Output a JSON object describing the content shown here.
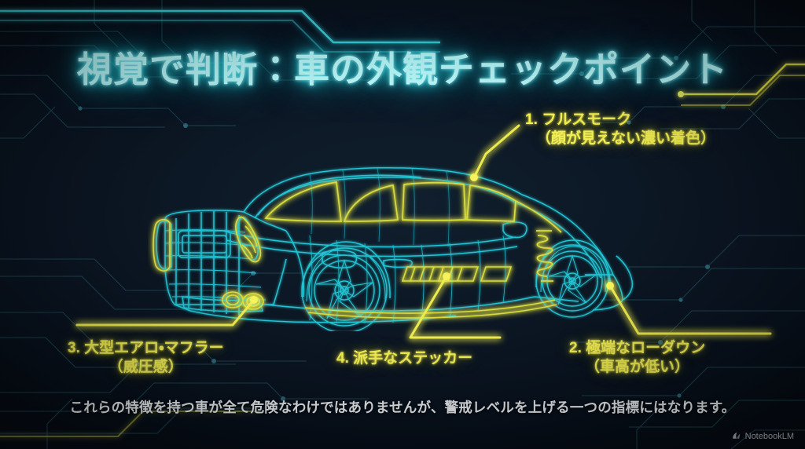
{
  "slide": {
    "title": "視覚で判断：車の外観チェックポイント",
    "footer_note": "これらの特徴を持つ車が全て危険なわけではありませんが、警戒レベルを上げる一つの指標にはなります。",
    "watermark": "NotebookLM",
    "watermark_icon": "notebooklm-logo-icon"
  },
  "colors": {
    "background": "#0c1621",
    "title_cyan": "#b6f6f8",
    "glow_cyan": "#2ad6e2",
    "wireframe_cyan": "#23c7d4",
    "highlight_yellow": "#d8db3f",
    "callout_yellow": "#f2ef52",
    "footer_white": "#eef2f6",
    "circuit_trace": "#1d4a55"
  },
  "illustration": {
    "name": "car-wireframe-sedan-rear-three-quarter",
    "highlighted_parts": [
      "rear-window-tint",
      "side-window-tint",
      "tail-light",
      "side-sticker-stripes",
      "lowered-coil-spring",
      "side-skirt",
      "exhaust-tips"
    ]
  },
  "callouts": [
    {
      "id": "1",
      "main": "1. フルスモーク",
      "sub": "（顔が見えない濃い着色）",
      "anchor": "rear-window"
    },
    {
      "id": "2",
      "main": "2. 極端なローダウン",
      "sub": "（車高が低い）",
      "anchor": "front-wheel"
    },
    {
      "id": "3",
      "main": "3. 大型エアロ・マフラー",
      "sub": "（威圧感）",
      "anchor": "exhaust-tips"
    },
    {
      "id": "4",
      "main": "4. 派手なステッカー",
      "sub": "",
      "anchor": "side-sticker"
    }
  ]
}
